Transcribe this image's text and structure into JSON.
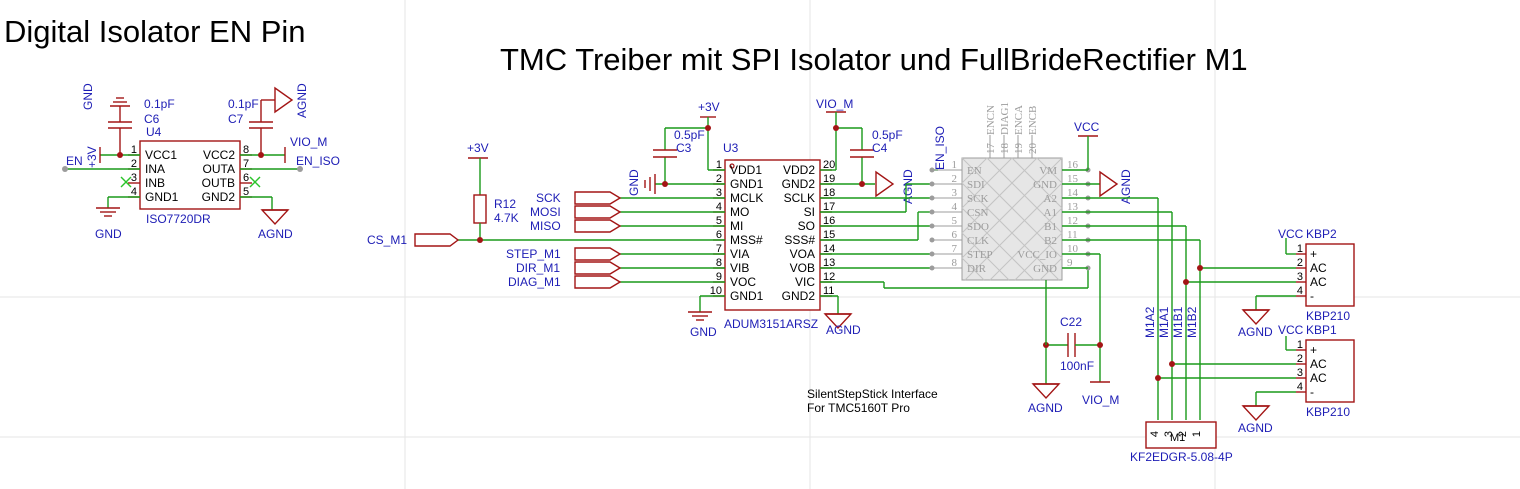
{
  "titles": {
    "left": "Digital Isolator EN Pin",
    "main": "TMC Treiber mit SPI Isolator und FullBrideRectifier M1"
  },
  "u4": {
    "ref": "U4",
    "part": "ISO7720DR",
    "pins_left": [
      {
        "num": "1",
        "name": "VCC1"
      },
      {
        "num": "2",
        "name": "INA"
      },
      {
        "num": "3",
        "name": "INB"
      },
      {
        "num": "4",
        "name": "GND1"
      }
    ],
    "pins_right": [
      {
        "num": "8",
        "name": "VCC2"
      },
      {
        "num": "7",
        "name": "OUTA"
      },
      {
        "num": "6",
        "name": "OUTB"
      },
      {
        "num": "5",
        "name": "GND2"
      }
    ],
    "nets": {
      "en": "EN",
      "plus3v": "+3V",
      "vio_m": "VIO_M",
      "en_iso": "EN_ISO",
      "gnd": "GND",
      "agnd": "AGND",
      "gnd_top": "GND",
      "agnd_top": "AGND"
    }
  },
  "c6": {
    "ref": "C6",
    "value": "0.1pF"
  },
  "c7": {
    "ref": "C7",
    "value": "0.1pF"
  },
  "u3": {
    "ref": "U3",
    "part": "ADUM3151ARSZ",
    "pins_left": [
      {
        "num": "1",
        "name": "VDD1"
      },
      {
        "num": "2",
        "name": "GND1"
      },
      {
        "num": "3",
        "name": "MCLK"
      },
      {
        "num": "4",
        "name": "MO"
      },
      {
        "num": "5",
        "name": "MI"
      },
      {
        "num": "6",
        "name": "MSS#"
      },
      {
        "num": "7",
        "name": "VIA"
      },
      {
        "num": "8",
        "name": "VIB"
      },
      {
        "num": "9",
        "name": "VOC"
      },
      {
        "num": "10",
        "name": "GND1"
      }
    ],
    "pins_right": [
      {
        "num": "20",
        "name": "VDD2"
      },
      {
        "num": "19",
        "name": "GND2"
      },
      {
        "num": "18",
        "name": "SCLK"
      },
      {
        "num": "17",
        "name": "SI"
      },
      {
        "num": "16",
        "name": "SO"
      },
      {
        "num": "15",
        "name": "SSS#"
      },
      {
        "num": "14",
        "name": "VOA"
      },
      {
        "num": "13",
        "name": "VOB"
      },
      {
        "num": "12",
        "name": "VIC"
      },
      {
        "num": "11",
        "name": "GND2"
      }
    ]
  },
  "c3": {
    "ref": "C3",
    "value": "0.5pF"
  },
  "c4": {
    "ref": "C4",
    "value": "0.5pF"
  },
  "r12": {
    "ref": "R12",
    "value": "4.7K"
  },
  "c22": {
    "ref": "C22",
    "value": "100nF"
  },
  "nets": {
    "plus3v_a": "+3V",
    "plus3v_b": "+3V",
    "vio_m_u3": "VIO_M",
    "vio_m_c22": "VIO_M",
    "cs_m1": "CS_M1",
    "sck": "SCK",
    "mosi": "MOSI",
    "miso": "MISO",
    "step_m1": "STEP_M1",
    "dir_m1": "DIR_M1",
    "diag_m1": "DIAG_M1",
    "gnd_u3": "GND",
    "gnd_c3": "GND",
    "agnd_u3": "AGND",
    "agnd_c4": "AGND",
    "agnd_tmc": "AGND",
    "agnd_c22": "AGND",
    "en_iso_tmc": "EN_ISO",
    "vcc": "VCC",
    "m1a2": "M1A2",
    "m1a1": "M1A1",
    "m1b1": "M1B1",
    "m1b2": "M1B2"
  },
  "tmc": {
    "left_pins": [
      {
        "num": "1",
        "name": "EN"
      },
      {
        "num": "2",
        "name": "SDI"
      },
      {
        "num": "3",
        "name": "SCK"
      },
      {
        "num": "4",
        "name": "CSN"
      },
      {
        "num": "5",
        "name": "SDO"
      },
      {
        "num": "6",
        "name": "CLK"
      },
      {
        "num": "7",
        "name": "STEP"
      },
      {
        "num": "8",
        "name": "DIR"
      }
    ],
    "right_pins": [
      {
        "num": "16",
        "name": "VM"
      },
      {
        "num": "15",
        "name": "GND"
      },
      {
        "num": "14",
        "name": "A2"
      },
      {
        "num": "13",
        "name": "A1"
      },
      {
        "num": "12",
        "name": "B1"
      },
      {
        "num": "11",
        "name": "B2"
      },
      {
        "num": "10",
        "name": "VCC_IO"
      },
      {
        "num": "9",
        "name": "GND"
      }
    ],
    "top_pins": [
      {
        "num": "17",
        "name": "ENCN"
      },
      {
        "num": "18",
        "name": "DIAG1"
      },
      {
        "num": "19",
        "name": "ENCA"
      },
      {
        "num": "20",
        "name": "ENCB"
      }
    ]
  },
  "kbp2": {
    "ref": "KBP2",
    "part": "KBP210",
    "vcc": "VCC",
    "pins": [
      "+",
      "AC",
      "AC",
      "-"
    ]
  },
  "kbp1": {
    "ref": "KBP1",
    "part": "KBP210",
    "vcc": "VCC",
    "pins": [
      "+",
      "AC",
      "AC",
      "-"
    ]
  },
  "agnd_kbp2": "AGND",
  "agnd_kbp1": "AGND",
  "m1": {
    "ref": "M1",
    "part": "KF2EDGR-5.08-4P",
    "pins": [
      "4",
      "3",
      "2",
      "1"
    ]
  },
  "note": {
    "line1": "SilentStepStick Interface",
    "line2": "For TMC5160T Pro"
  },
  "colors": {
    "wire": "#1a9a1a",
    "symbol": "#a31515",
    "net_label": "#1d1db5",
    "ghost": "#9c9c9c"
  }
}
